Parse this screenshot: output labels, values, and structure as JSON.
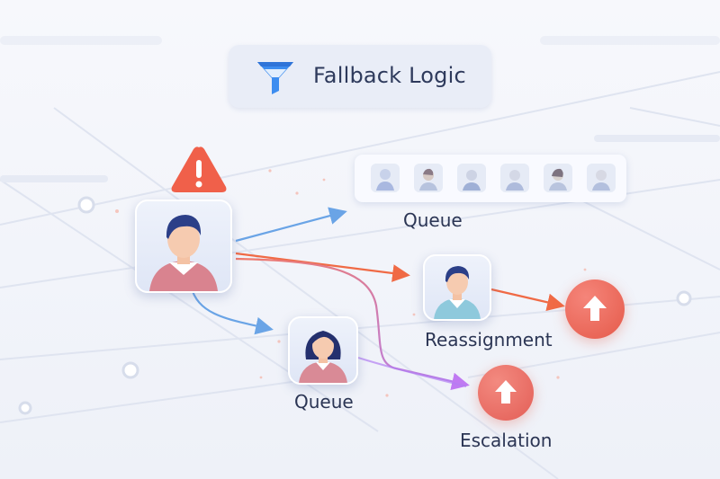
{
  "title": "Fallback Logic",
  "labels": {
    "queue_top": "Queue",
    "queue_bottom": "Queue",
    "reassignment": "Reassignment",
    "escalation": "Escalation"
  },
  "icons": {
    "title": "funnel-icon",
    "alert": "warning-triangle-icon",
    "escalate": "arrow-up-icon"
  },
  "colors": {
    "blue_arrow": "#6aa4e6",
    "orange_arrow": "#f06a45",
    "purple_arrow": "#b480f0",
    "alert_red": "#f0604a",
    "escalate_red": "#ee6757",
    "title_text": "#2e3a5c",
    "funnel_blue": "#3d8df0"
  }
}
